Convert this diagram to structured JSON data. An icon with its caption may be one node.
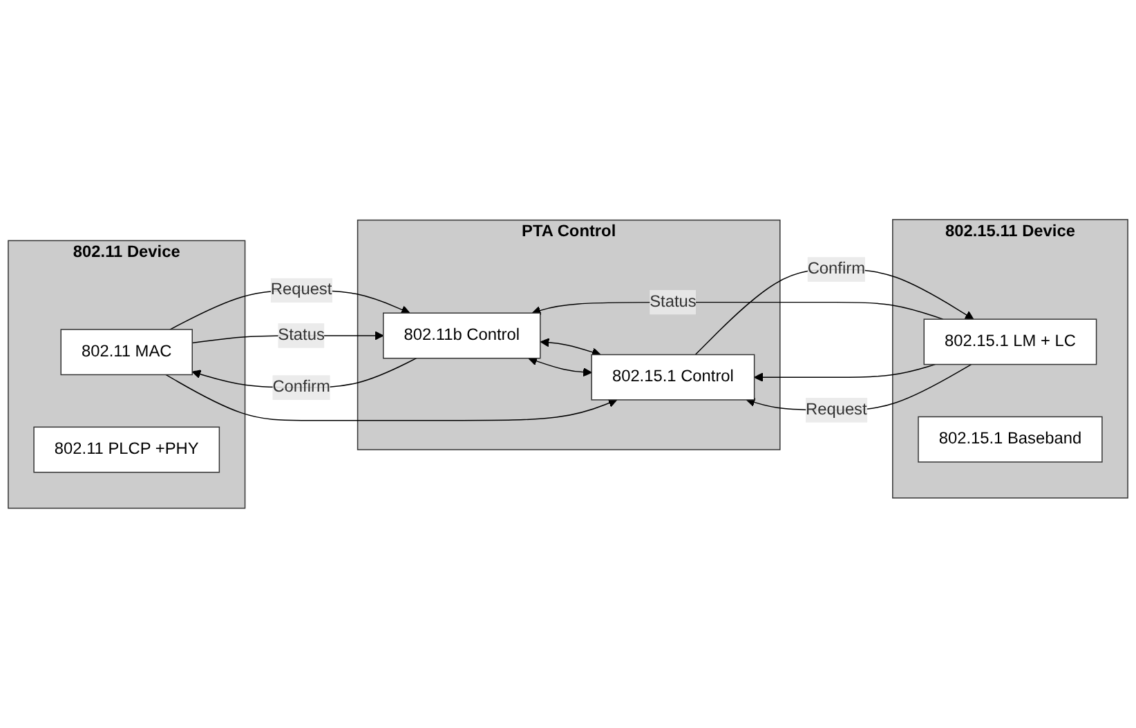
{
  "diagram": {
    "nodes": [
      {
        "text": [
          "802.11 Device"
        ]
      },
      {
        "text": [
          "802.11 MAC"
        ],
        "in": 0
      },
      {
        "text": [
          "802.11 PLCP +PHY"
        ],
        "in": 0
      },
      {
        "text": [
          "PTA Control"
        ]
      },
      {
        "text": [
          "802.11b Control"
        ],
        "in": 3
      },
      {
        "text": [
          "802.15.1 Control"
        ],
        "in": 3
      },
      {
        "text": [
          "802.15.11 Device"
        ]
      },
      {
        "text": [
          "802.15.1 LM + LC"
        ],
        "in": 6
      },
      {
        "text": [
          "802.15.1 Baseband"
        ],
        "in": 6
      }
    ],
    "edges": [
      {
        "from": 1,
        "to": 4,
        "arrow": "to",
        "label": "Request"
      },
      {
        "from": 4,
        "to": 1,
        "arrow": "to",
        "label": "Confirm"
      },
      {
        "from": 4,
        "to": 5,
        "arrow": "both"
      },
      {
        "from": 4,
        "to": 5,
        "arrow": "both"
      },
      {
        "from": 1,
        "to": 4,
        "arrow": "to",
        "label": "Status"
      },
      {
        "from": 1,
        "to": 5,
        "arrow": "to"
      },
      {
        "from": 7,
        "to": 4,
        "arrow": "to",
        "label": "Status"
      },
      {
        "from": 7,
        "to": 5,
        "arrow": "to"
      },
      {
        "from": 7,
        "to": 5,
        "arrow": "to",
        "label": "Request"
      },
      {
        "from": 5,
        "to": 7,
        "arrow": "to",
        "label": "Confirm"
      }
    ]
  }
}
